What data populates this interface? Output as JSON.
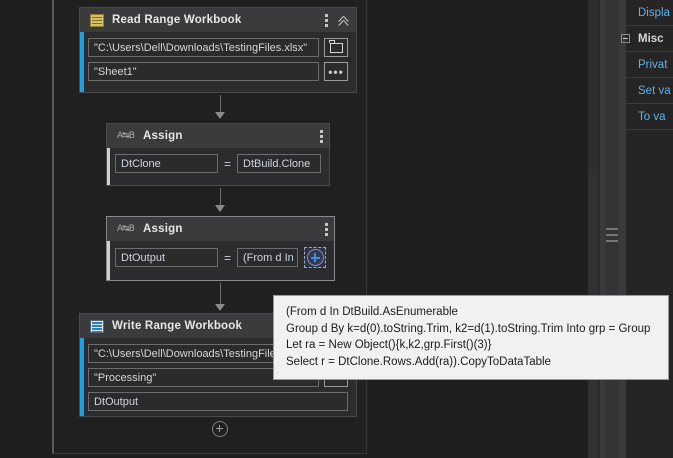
{
  "canvas": {
    "activities": [
      {
        "id": "read-range-workbook",
        "title": "Read Range Workbook",
        "icon": "excel-spreadsheet-icon",
        "fields": [
          {
            "value": "\"C:\\Users\\Dell\\Downloads\\TestingFiles.xlsx\"",
            "button": "folder-browse-icon"
          },
          {
            "value": "\"Sheet1\"",
            "button": "ellipsis"
          }
        ],
        "header_controls": [
          "kebab-menu-icon",
          "collapse-chevron-icon"
        ]
      },
      {
        "id": "assign-dtclone",
        "title": "Assign",
        "icon": "assign-icon",
        "to": "DtClone",
        "operator": "=",
        "value": "DtBuild.Clone",
        "header_controls": [
          "kebab-menu-icon"
        ]
      },
      {
        "id": "assign-dtoutput",
        "title": "Assign",
        "icon": "assign-icon",
        "to": "DtOutput",
        "operator": "=",
        "value": "(From d In DtB",
        "expression_button": "open-expression-editor-icon",
        "selected": true,
        "header_controls": [
          "kebab-menu-icon"
        ]
      },
      {
        "id": "write-range-workbook",
        "title": "Write Range Workbook",
        "icon": "write-range-icon",
        "fields": [
          {
            "value": "\"C:\\Users\\Dell\\Downloads\\TestingFiles.",
            "button": "none"
          },
          {
            "value": "\"Processing\"",
            "button": "ellipsis"
          },
          {
            "value": "DtOutput",
            "button": "none"
          }
        ]
      }
    ],
    "add_activity_node": "add-activity-plus-icon"
  },
  "tooltip": {
    "lines": [
      "(From d In DtBuild.AsEnumerable",
      "Group d By k=d(0).toString.Trim, k2=d(1).toString.Trim Into grp = Group",
      "Let ra = New Object(){k,k2,grp.First()(3)}",
      "Select r = DtClone.Rows.Add(ra)).CopyToDataTable"
    ]
  },
  "properties_panel": {
    "rows": [
      {
        "label": "Displa",
        "type": "property"
      },
      {
        "label": "Misc",
        "type": "group",
        "expander": "collapse-expander-icon"
      },
      {
        "label": "Privat",
        "type": "property"
      },
      {
        "label": "Set va",
        "type": "property"
      },
      {
        "label": "To va",
        "type": "property"
      }
    ]
  },
  "splitter": {
    "grip": "splitter-grip-icon"
  },
  "colors": {
    "accent": "#1e9fe0",
    "canvas_bg": "#1f1f20",
    "activity_bg": "#2c2c2e",
    "header_bg": "#3b3b3d",
    "property_label": "#62b0e8",
    "tooltip_bg": "#f1f1f1"
  }
}
